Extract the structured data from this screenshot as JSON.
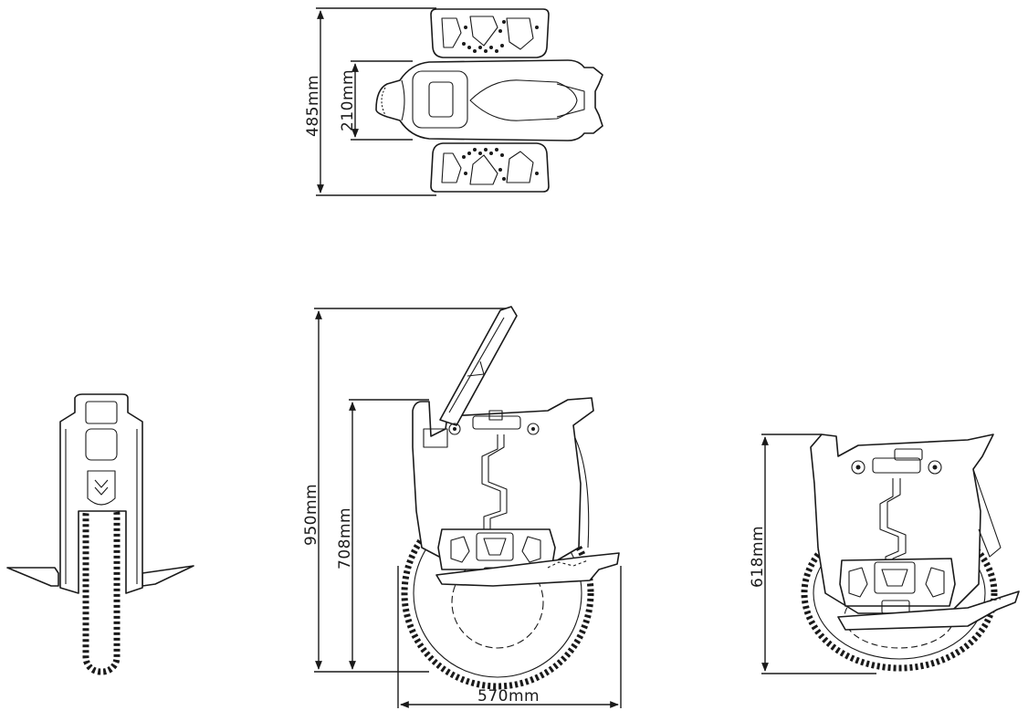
{
  "dimensions": {
    "top_width_outer": "485mm",
    "top_width_inner": "210mm",
    "side_total_height": "950mm",
    "side_body_height": "708mm",
    "side_length": "570mm",
    "rear_height": "618mm"
  },
  "views": [
    "top-view",
    "front-view",
    "side-view",
    "rear-three-quarter-view"
  ]
}
